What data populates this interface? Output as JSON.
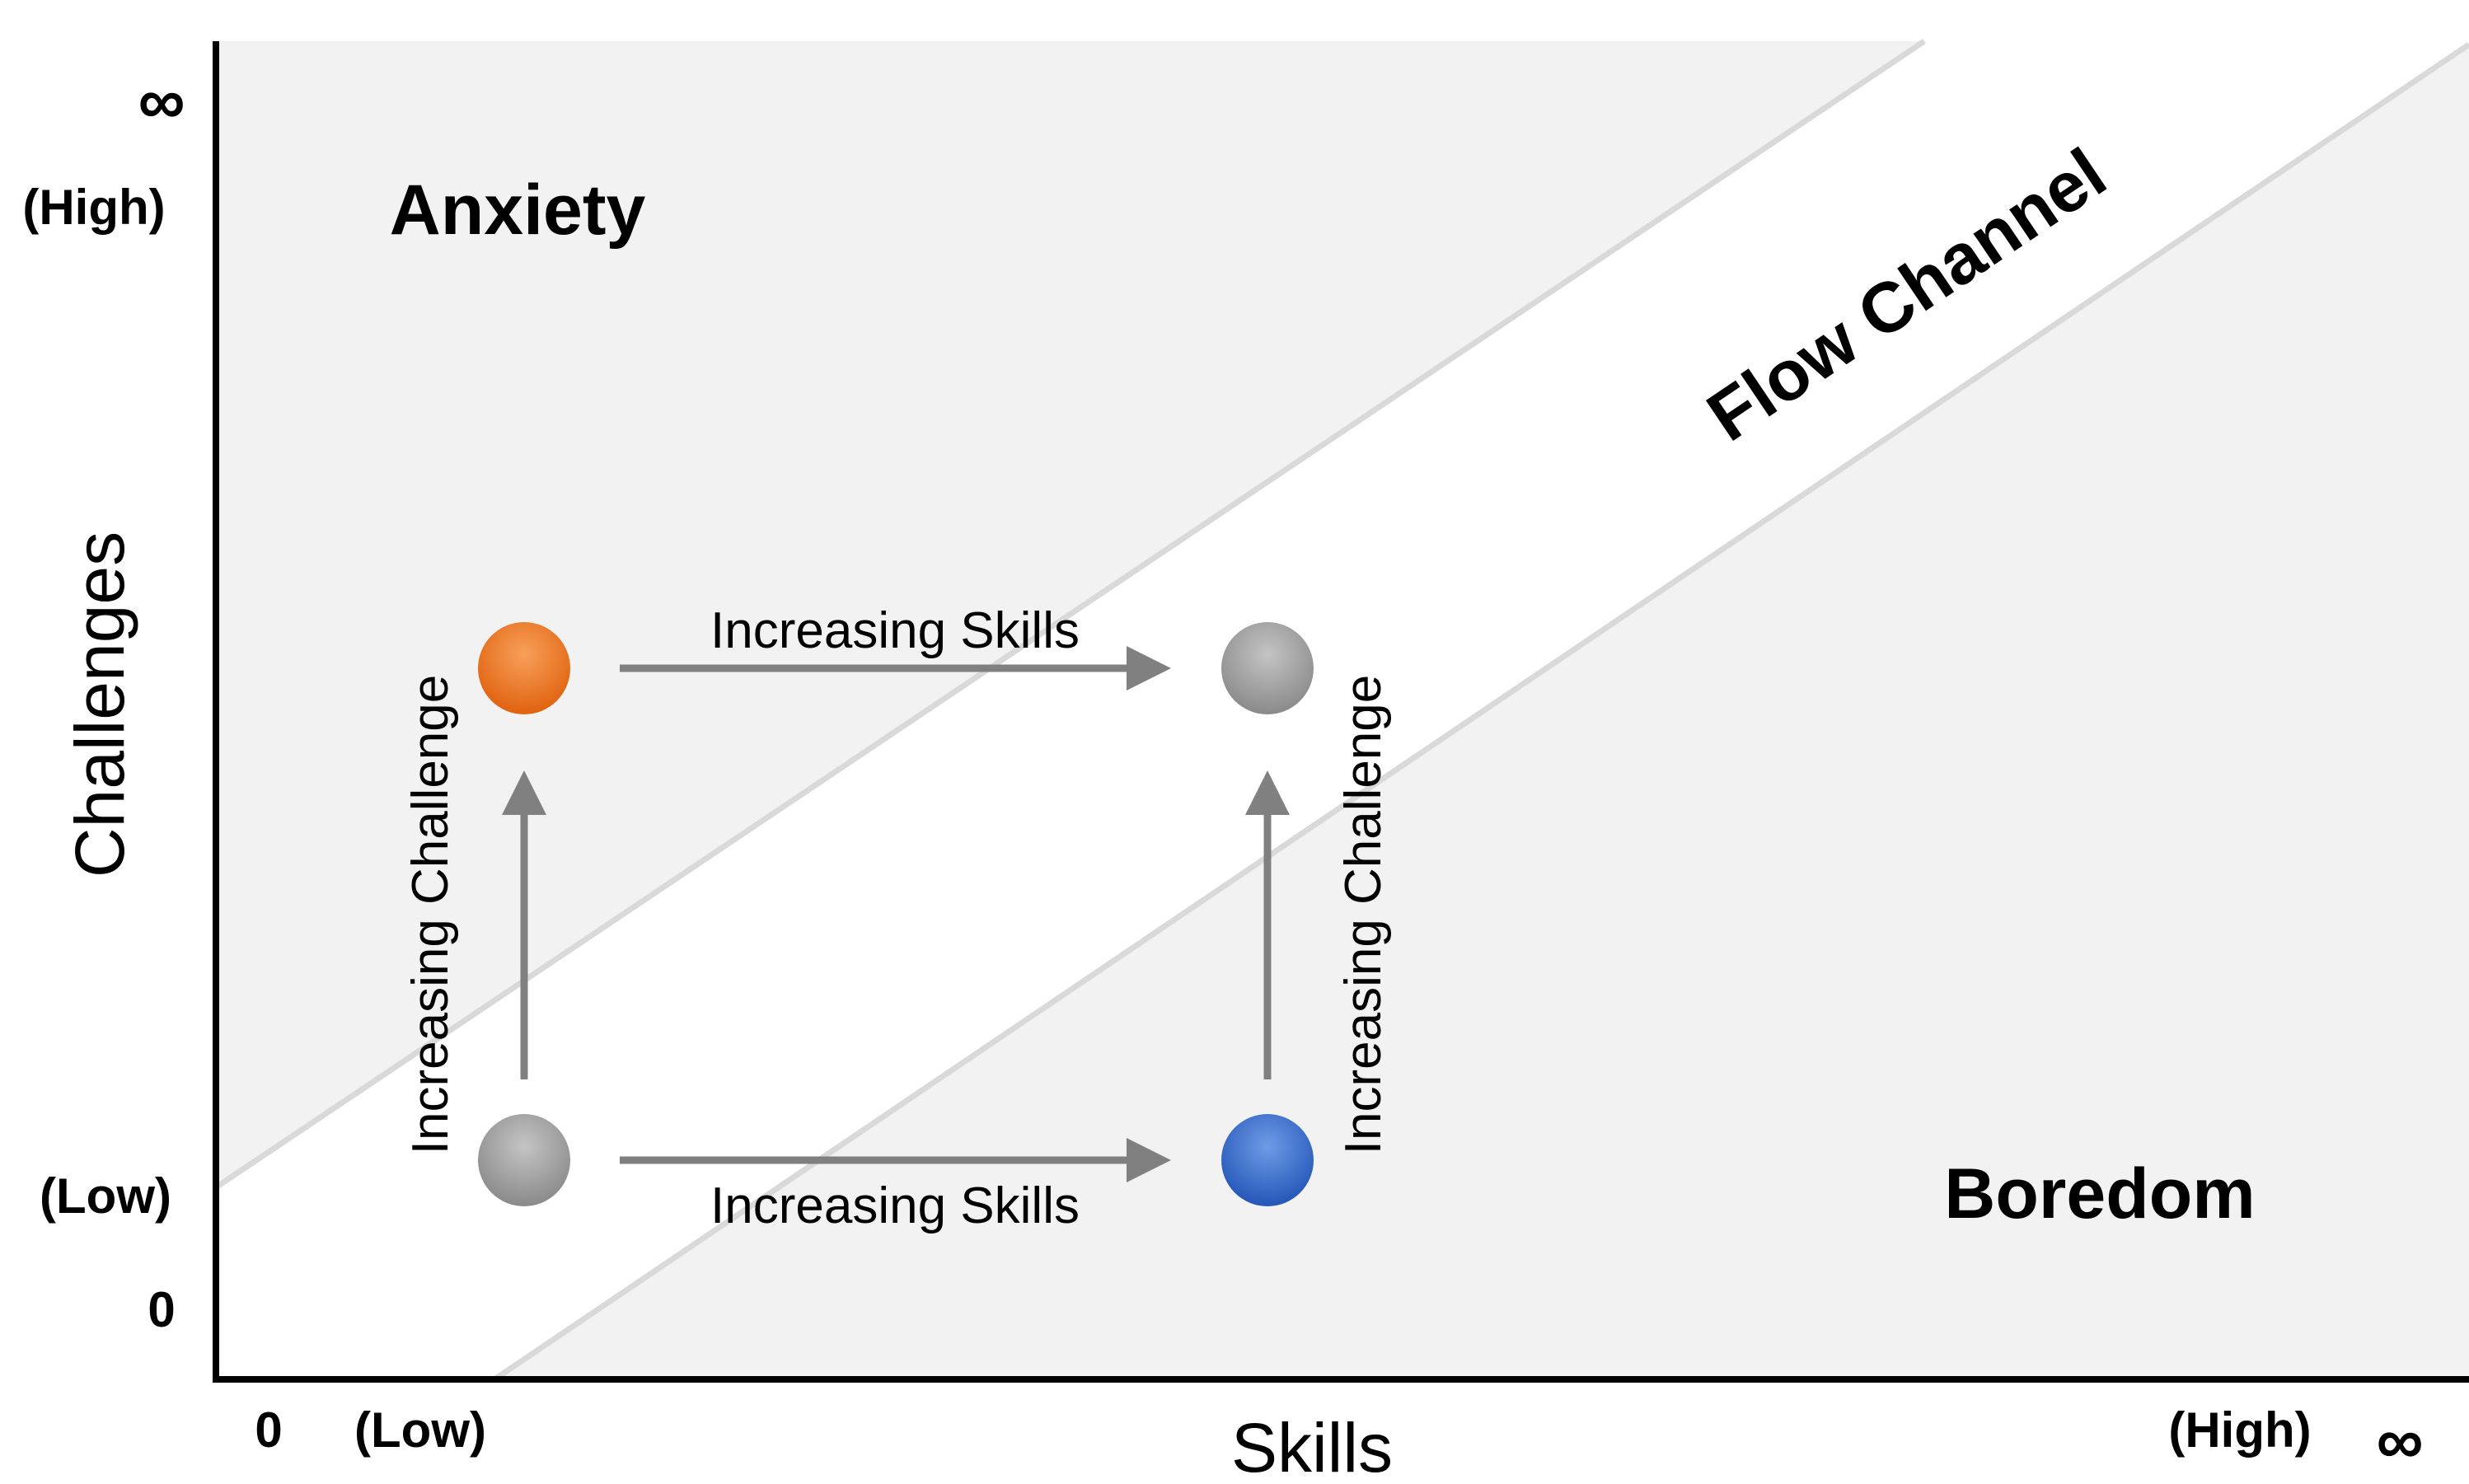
{
  "y_axis": {
    "title": "Challenges",
    "labels": {
      "infinity": "∞",
      "high": "(High)",
      "low": "(Low)",
      "zero": "0"
    }
  },
  "x_axis": {
    "title": "Skills",
    "labels": {
      "zero": "0",
      "low": "(Low)",
      "high": "(High)",
      "infinity": "∞"
    }
  },
  "regions": {
    "anxiety": "Anxiety",
    "flow": "Flow Channel",
    "boredom": "Boredom"
  },
  "annotations": {
    "skills_top": "Increasing Skills",
    "skills_bottom": "Increasing Skills",
    "challenge_left": "Increasing Challenge",
    "challenge_right": "Increasing Challenge"
  },
  "states": [
    {
      "id": "low-skill-high-challenge",
      "color": "#ec7424"
    },
    {
      "id": "high-skill-high-challenge",
      "color": "#a0a0a0"
    },
    {
      "id": "low-skill-low-challenge",
      "color": "#a0a0a0"
    },
    {
      "id": "high-skill-low-challenge",
      "color": "#3a6fcf"
    }
  ],
  "colors": {
    "region_fill": "#f2f2f2",
    "flow_fill": "#ffffff",
    "boundary": "#d9d9d9",
    "axis": "#000000",
    "arrow": "#808080",
    "orange": "#ec7424",
    "gray": "#a0a0a0",
    "blue": "#3a6fcf"
  }
}
